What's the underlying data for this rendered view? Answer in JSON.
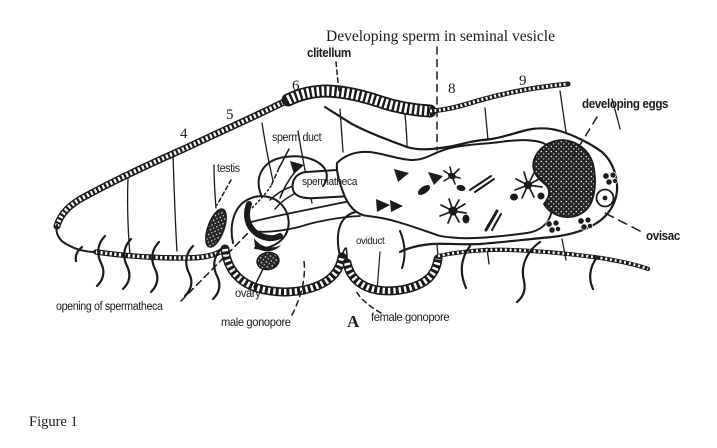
{
  "figure": {
    "title": "Developing sperm in seminal vesicle",
    "caption": "Figure 1",
    "panel_letter": "A",
    "segments": [
      "4",
      "5",
      "6",
      "8",
      "9"
    ],
    "labels": {
      "clitellum": "clitellum",
      "developing_eggs": "developing eggs",
      "sperm_duct": "sperm duct",
      "testis": "testis",
      "spermatheca": "spermatheca",
      "oviduct": "oviduct",
      "ovisac": "ovisac",
      "opening_of_spermatheca": "opening of spermatheca",
      "ovary": "ovary",
      "male_gonopore": "male gonopore",
      "female_gonopore": "female gonopore"
    },
    "colors": {
      "ink": "#1a1a1a",
      "paper": "#ffffff"
    }
  }
}
